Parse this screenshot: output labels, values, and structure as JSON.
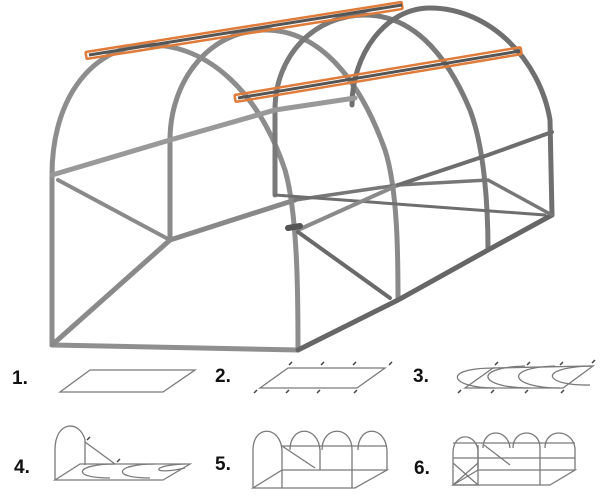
{
  "illustration": {
    "subject": "Greenhouse arch frame assembly",
    "colors": {
      "frame": "#8a8a8a",
      "frame_dark": "#5a5a5a",
      "highlight_bar": "#e07b39",
      "sketch_line": "#7a7a7a",
      "label": "#111111"
    }
  },
  "steps": [
    {
      "number": "1.",
      "description": "base rectangle"
    },
    {
      "number": "2.",
      "description": "base with pegs"
    },
    {
      "number": "3.",
      "description": "arches laid on base"
    },
    {
      "number": "4.",
      "description": "first arch raised with brace"
    },
    {
      "number": "5.",
      "description": "all arches raised with brace"
    },
    {
      "number": "6.",
      "description": "completed frame with crossbars and end braces"
    }
  ]
}
